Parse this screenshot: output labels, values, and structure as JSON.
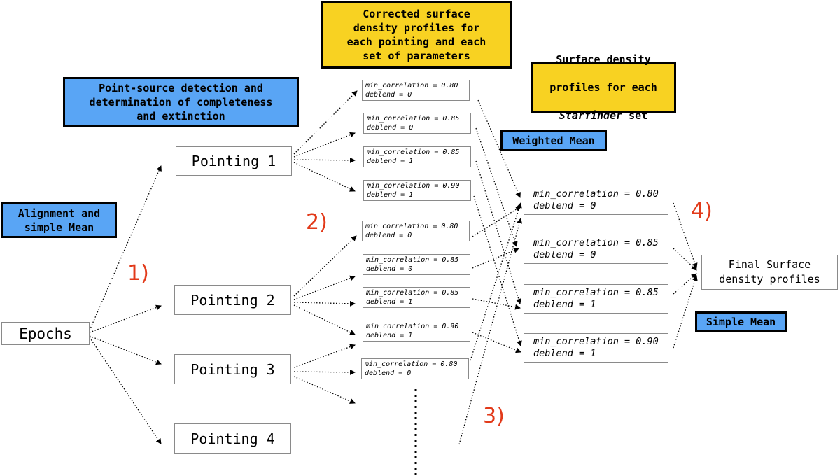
{
  "colors": {
    "blue_label": "#59a5f5",
    "yellow_label": "#f8d222",
    "step_number": "#e23a1a"
  },
  "epochs": "Epochs",
  "pointings": [
    "Pointing 1",
    "Pointing 2",
    "Pointing 3",
    "Pointing 4"
  ],
  "labels": {
    "alignment": "Alignment and\nsimple Mean",
    "detection": "Point-source detection and\ndetermination of completeness\nand extinction",
    "corrected": "Corrected surface\ndensity profiles for\neach pointing and each\nset of parameters",
    "weighted": "Weighted Mean",
    "simple": "Simple Mean"
  },
  "starfinder_label": {
    "line1": "Surface density",
    "line2": "profiles for each",
    "word": "Starfinder",
    "rest": " set"
  },
  "steps": [
    "1)",
    "2)",
    "3)",
    "4)"
  ],
  "param_sets_small": [
    "min_correlation = 0.80\ndeblend = 0",
    "min_correlation = 0.85\ndeblend = 0",
    "min_correlation = 0.85\ndeblend = 1",
    "min_correlation = 0.90\ndeblend = 1",
    "min_correlation = 0.80\ndeblend = 0",
    "min_correlation = 0.85\ndeblend = 0",
    "min_correlation = 0.85\ndeblend = 1",
    "min_correlation = 0.90\ndeblend = 1",
    "min_correlation = 0.80\ndeblend = 0"
  ],
  "param_sets_mean": [
    "min_correlation = 0.80\ndeblend = 0",
    "min_correlation = 0.85\ndeblend = 0",
    "min_correlation = 0.85\ndeblend = 1",
    "min_correlation = 0.90\ndeblend = 1"
  ],
  "final": "Final Surface\ndensity profiles"
}
